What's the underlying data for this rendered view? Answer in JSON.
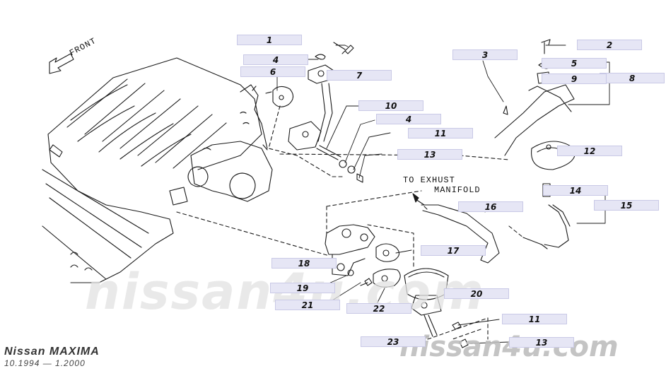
{
  "diagram": {
    "model": "Nissan MAXIMA",
    "years": "10.1994 — 1.2000",
    "front_label": "FRONT",
    "exhaust_label_line1": "TO EXHUST",
    "exhaust_label_line2": "MANIFOLD",
    "watermark_main": "nissan4u.com",
    "watermark_footer": "nissan4u.com",
    "line_color": "#1a1a1a",
    "callout_color": "#e6e6f5",
    "callouts": [
      {
        "id": "c1",
        "label": "1"
      },
      {
        "id": "c2",
        "label": "2"
      },
      {
        "id": "c3",
        "label": "3"
      },
      {
        "id": "c4a",
        "label": "4"
      },
      {
        "id": "c5",
        "label": "5"
      },
      {
        "id": "c6",
        "label": "6"
      },
      {
        "id": "c7",
        "label": "7"
      },
      {
        "id": "c8",
        "label": "8"
      },
      {
        "id": "c9",
        "label": "9"
      },
      {
        "id": "c10",
        "label": "10"
      },
      {
        "id": "c4b",
        "label": "4"
      },
      {
        "id": "c11a",
        "label": "11"
      },
      {
        "id": "c12",
        "label": "12"
      },
      {
        "id": "c13a",
        "label": "13"
      },
      {
        "id": "c14",
        "label": "14"
      },
      {
        "id": "c15",
        "label": "15"
      },
      {
        "id": "c16",
        "label": "16"
      },
      {
        "id": "c17",
        "label": "17"
      },
      {
        "id": "c18",
        "label": "18"
      },
      {
        "id": "c19",
        "label": "19"
      },
      {
        "id": "c20",
        "label": "20"
      },
      {
        "id": "c21",
        "label": "21"
      },
      {
        "id": "c22",
        "label": "22"
      },
      {
        "id": "c11b",
        "label": "11"
      },
      {
        "id": "c23",
        "label": "23"
      },
      {
        "id": "c13b",
        "label": "13"
      }
    ]
  }
}
